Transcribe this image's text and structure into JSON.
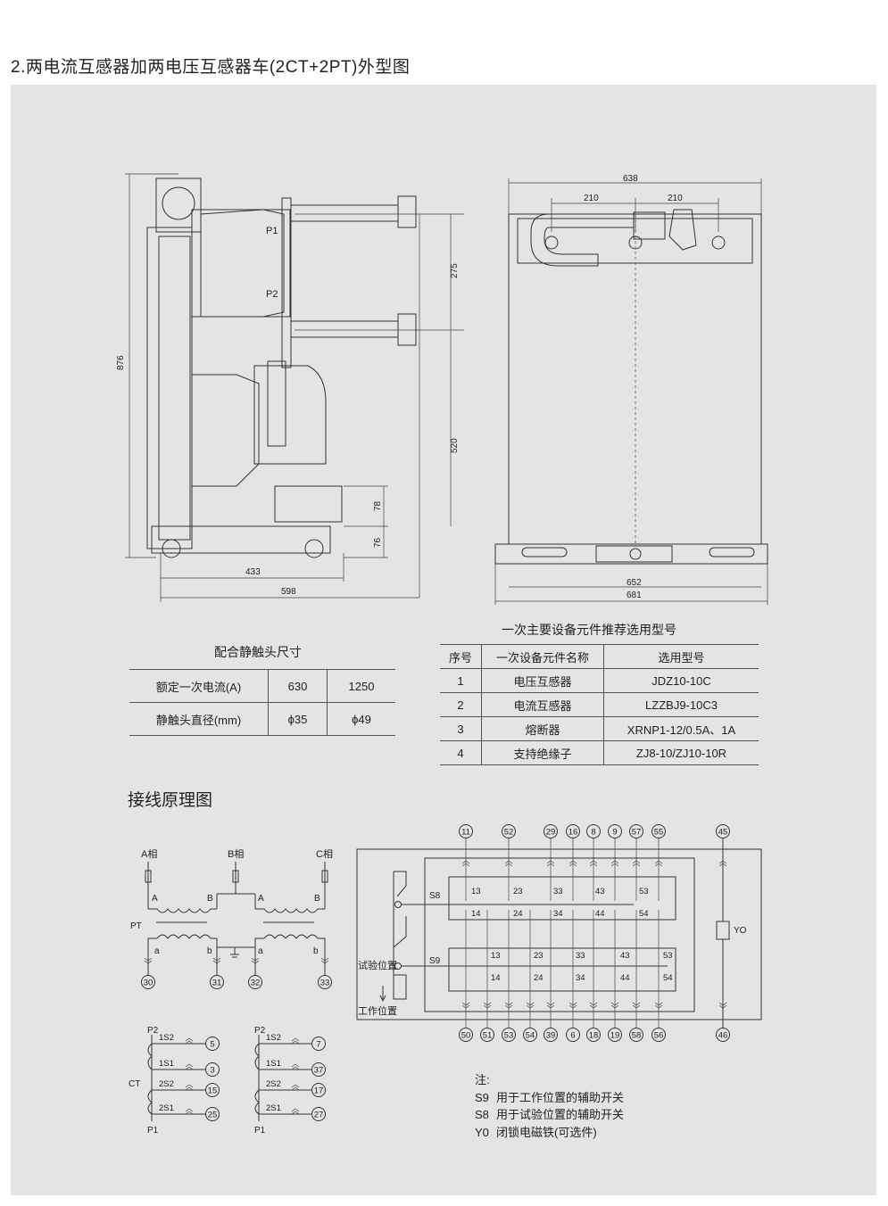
{
  "title": "2.两电流互感器加两电压互感器车(2CT+2PT)外型图",
  "side_view": {
    "dims": [
      "876",
      "275",
      "520",
      "78",
      "76",
      "433",
      "598"
    ],
    "labels": [
      "P1",
      "P2"
    ]
  },
  "front_view": {
    "dims": [
      "638",
      "210",
      "210",
      "652",
      "681"
    ]
  },
  "contact_table": {
    "title": "配合静触头尺寸",
    "rows": [
      [
        "额定一次电流(A)",
        "630",
        "1250"
      ],
      [
        "静触头直径(mm)",
        "ϕ35",
        "ϕ49"
      ]
    ]
  },
  "component_table": {
    "title": "一次主要设备元件推荐选用型号",
    "headers": [
      "序号",
      "一次设备元件名称",
      "选用型号"
    ],
    "rows": [
      [
        "1",
        "电压互感器",
        "JDZ10-10C"
      ],
      [
        "2",
        "电流互感器",
        "LZZBJ9-10C3"
      ],
      [
        "3",
        "熔断器",
        "XRNP1-12/0.5A、1A"
      ],
      [
        "4",
        "支持绝缘子",
        "ZJ8-10/ZJ10-10R"
      ]
    ]
  },
  "wiring_title": "接线原理图",
  "pt": {
    "phases": [
      "A相",
      "B相",
      "C相"
    ],
    "primary_labels": [
      "A",
      "B",
      "A",
      "B"
    ],
    "secondary_labels": [
      "a",
      "b",
      "a",
      "b"
    ],
    "label": "PT",
    "terminals": [
      "30",
      "31",
      "32",
      "33"
    ]
  },
  "ct": {
    "label": "CT",
    "p2": "P2",
    "p1": "P1",
    "windings": [
      "1S2",
      "1S1",
      "2S2",
      "2S1"
    ],
    "left_terminals": [
      "5",
      "3",
      "15",
      "25"
    ],
    "right_terminals": [
      "7",
      "37",
      "17",
      "27"
    ]
  },
  "aux": {
    "top_terminals": [
      "11",
      "52",
      "29",
      "16",
      "8",
      "9",
      "57",
      "55"
    ],
    "bottom_terminals": [
      "50",
      "51",
      "53",
      "54",
      "39",
      "6",
      "18",
      "19",
      "58",
      "56"
    ],
    "yo_top": "45",
    "yo_bottom": "46",
    "yo": "YO",
    "s8": "S8",
    "s9": "S9",
    "contacts_top": [
      "13",
      "23",
      "33",
      "43",
      "53"
    ],
    "contacts_bottom": [
      "14",
      "24",
      "34",
      "44",
      "54"
    ],
    "test_pos": "试验位置",
    "work_pos": "工作位置"
  },
  "notes": {
    "heading": "注:",
    "items": [
      [
        "S9",
        "用于工作位置的辅助开关"
      ],
      [
        "S8",
        "用于试验位置的辅助开关"
      ],
      [
        "Y0",
        "闭锁电磁铁(可选件)"
      ]
    ]
  }
}
